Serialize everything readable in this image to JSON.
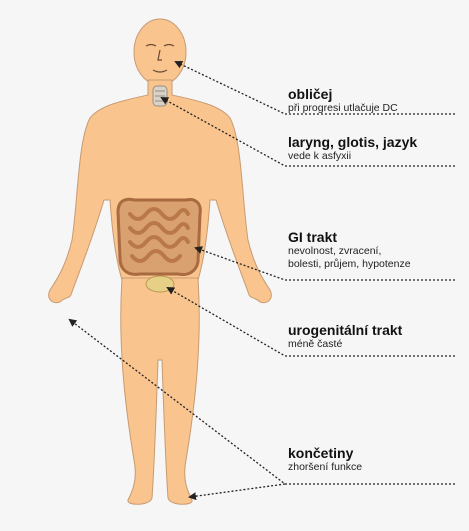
{
  "colors": {
    "background": "#f6f6f6",
    "skin": "#f9c48e",
    "skin_outline": "#c79b73",
    "intestine": "#c98a54",
    "leader_line": "#222222"
  },
  "callouts": [
    {
      "id": "face",
      "title": "obličej",
      "desc_lines": [
        "při progresi utlačuje DC"
      ]
    },
    {
      "id": "laryng",
      "title": "laryng, glotis, jazyk",
      "desc_lines": [
        "vede k asfyxii"
      ]
    },
    {
      "id": "gi",
      "title": "GI trakt",
      "desc_lines": [
        "nevolnost, zvracení,",
        "bolesti, průjem, hypotenze"
      ]
    },
    {
      "id": "uro",
      "title": "urogenitální trakt",
      "desc_lines": [
        "méně časté"
      ]
    },
    {
      "id": "limbs",
      "title": "končetiny",
      "desc_lines": [
        "zhoršení funkce"
      ]
    }
  ]
}
